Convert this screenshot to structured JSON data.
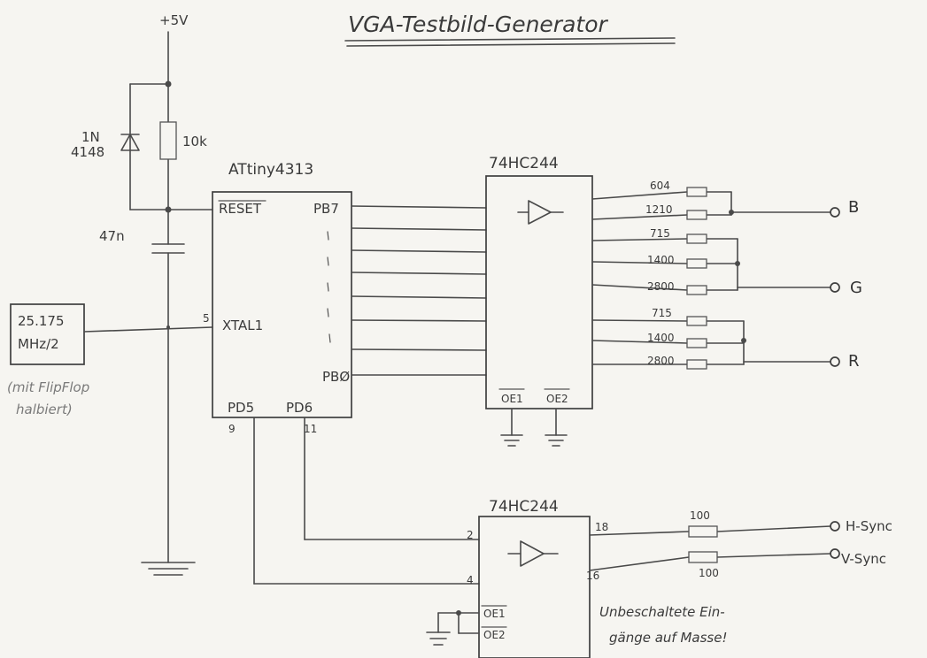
{
  "title": "VGA-Testbild-Generator",
  "supply": "+5V",
  "diode": {
    "line1": "1N",
    "line2": "4148"
  },
  "pullup": "10k",
  "cap": "47n",
  "oscillator": {
    "line1": "25.175",
    "line2": "MHz/2",
    "note1": "(mit FlipFlop",
    "note2": "halbiert)"
  },
  "mcu": {
    "name": "ATtiny4313",
    "reset": "RESET",
    "xtal": "XTAL1",
    "xtal_pin": "5",
    "pb7": "PB7",
    "pb0": "PBØ",
    "pd5": "PD5",
    "pd6": "PD6",
    "pd5_pin": "9",
    "pd6_pin": "11"
  },
  "buffer1": {
    "name": "74HC244",
    "oe1": "OE1",
    "oe2": "OE2"
  },
  "buffer2": {
    "name": "74HC244",
    "oe1": "OE1",
    "oe2": "OE2",
    "in_a": "2",
    "in_b": "4",
    "out_a": "18",
    "out_b": "16"
  },
  "resistors": [
    "604",
    "1210",
    "715",
    "1400",
    "2800",
    "715",
    "1400",
    "2800"
  ],
  "sync_resistors": [
    "100",
    "100"
  ],
  "outputs": {
    "b": "B",
    "g": "G",
    "r": "R",
    "hsync": "H-Sync",
    "vsync": "V-Sync"
  },
  "note": {
    "line1": "Unbeschaltete Ein-",
    "line2": "gänge auf Masse!"
  }
}
